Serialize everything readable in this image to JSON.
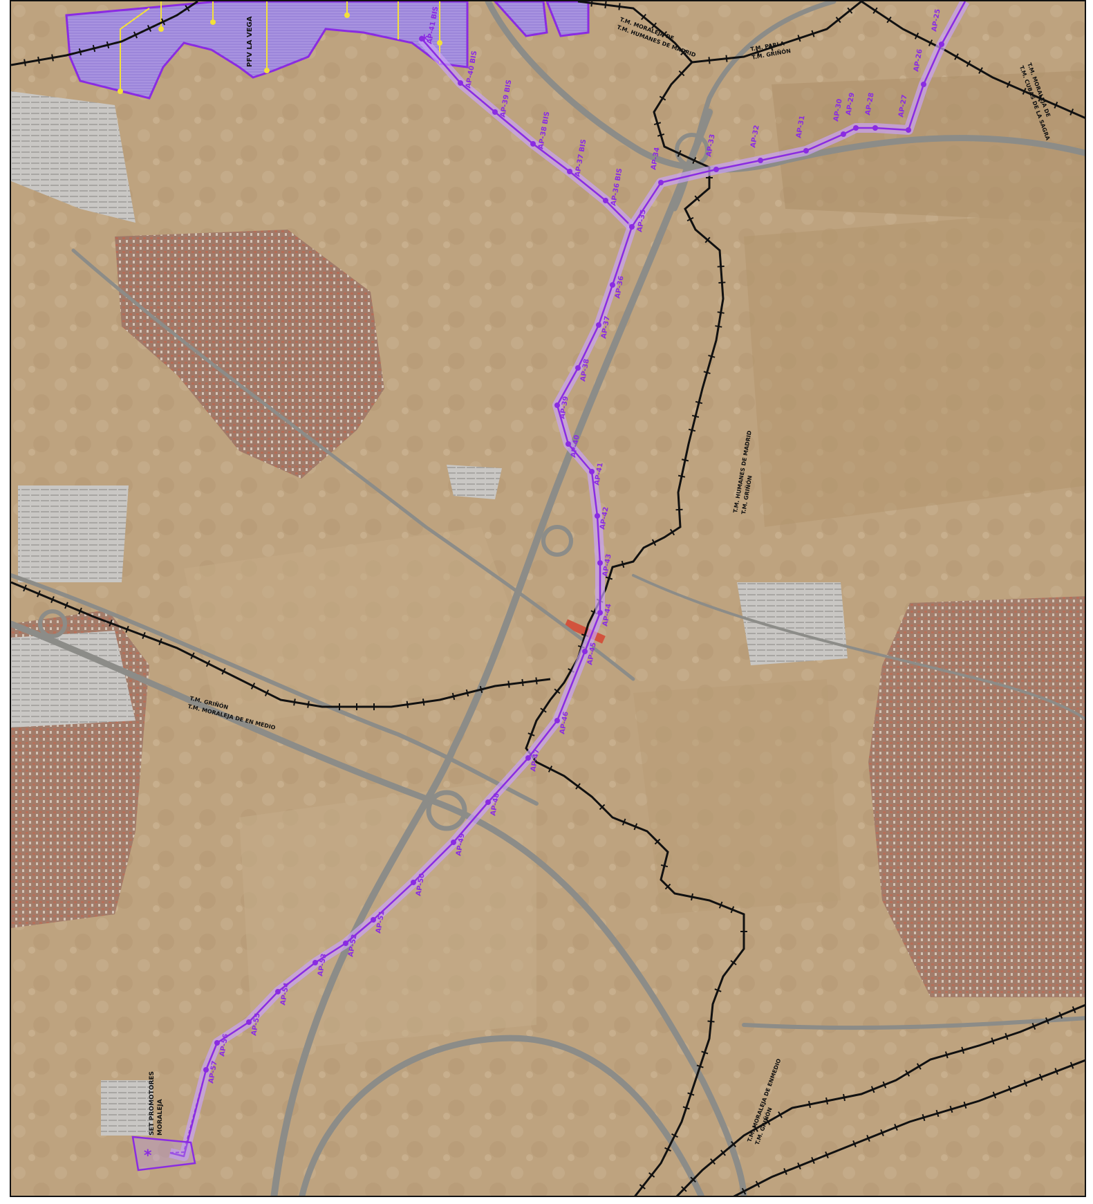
{
  "colors": {
    "route": "#8a2be2",
    "route_corridor": "#c9a2f5",
    "boundary": "#111111",
    "zone_fill": "#a48cde",
    "terrain": "#bea37f",
    "urban": "#a4786a",
    "road": "#8c8c88",
    "feeder": "#f3e03a"
  },
  "zone_label": "PFV LA VEGA",
  "substation_label": [
    "SET PROMOTORES",
    "MORALEJA"
  ],
  "boundary_labels": [
    {
      "name": "tm-valdemoro-north",
      "lines": [
        "T.M. MORALEJA DE",
        "T.M. HUMANES DE MADRID"
      ]
    },
    {
      "name": "tm-parla-grinon",
      "lines": [
        "T.M. PARLA",
        "T.M. GRIÑÓN"
      ]
    },
    {
      "name": "tm-east-corner",
      "lines": [
        "T.M. MORALEJA DE",
        "T.M. CUBAS DE LA SAGRA"
      ]
    },
    {
      "name": "tm-humanes-grinon",
      "lines": [
        "T.M. HUMANES DE MADRID",
        "T.M. GRIÑÓN"
      ]
    },
    {
      "name": "tm-griñon-moraleja",
      "lines": [
        "T.M. GRIÑÓN",
        "T.M. MORALEJA DE EN MEDIO"
      ]
    },
    {
      "name": "tm-moraleja-grinon-south",
      "lines": [
        "T.M. MORALEJA DE ENMEDIO",
        "T.M. GRIÑÓN"
      ]
    }
  ],
  "towers": [
    {
      "id": "AP-41 BIS"
    },
    {
      "id": "AP-40 BIS"
    },
    {
      "id": "AP-39 BIS"
    },
    {
      "id": "AP-38 BIS"
    },
    {
      "id": "AP-37 BIS"
    },
    {
      "id": "AP-36 BIS"
    },
    {
      "id": "AP-35"
    },
    {
      "id": "AP-34"
    },
    {
      "id": "AP-33"
    },
    {
      "id": "AP-32"
    },
    {
      "id": "AP-31"
    },
    {
      "id": "AP-30"
    },
    {
      "id": "AP-29"
    },
    {
      "id": "AP-28"
    },
    {
      "id": "AP-27"
    },
    {
      "id": "AP-26"
    },
    {
      "id": "AP-25"
    },
    {
      "id": "AP-36"
    },
    {
      "id": "AP-37"
    },
    {
      "id": "AP-38"
    },
    {
      "id": "AP-39"
    },
    {
      "id": "AP-40"
    },
    {
      "id": "AP-41"
    },
    {
      "id": "AP-42"
    },
    {
      "id": "AP-43"
    },
    {
      "id": "AP-44"
    },
    {
      "id": "AP-45"
    },
    {
      "id": "AP-46"
    },
    {
      "id": "AP-47"
    },
    {
      "id": "AP-48"
    },
    {
      "id": "AP-49"
    },
    {
      "id": "AP-50"
    },
    {
      "id": "AP-51"
    },
    {
      "id": "AP-52"
    },
    {
      "id": "AP-53"
    },
    {
      "id": "AP-54"
    },
    {
      "id": "AP-55"
    },
    {
      "id": "AP-56"
    },
    {
      "id": "AP-57"
    }
  ]
}
